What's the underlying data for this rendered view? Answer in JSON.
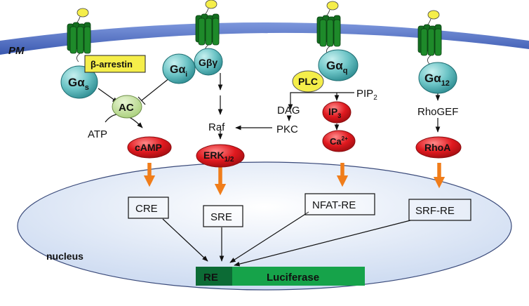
{
  "membrane": {
    "label": "PM"
  },
  "nucleus": {
    "label": "nucleus"
  },
  "gs": {
    "main": "Gα",
    "sub": "s"
  },
  "gi": {
    "main": "Gα",
    "sub": "i"
  },
  "gbg": {
    "label": "Gβγ"
  },
  "gq": {
    "main": "Gα",
    "sub": "q"
  },
  "g12": {
    "main": "Gα",
    "sub": "12"
  },
  "arrestin": {
    "label": "β-arrestin"
  },
  "ac": {
    "label": "AC"
  },
  "atp": {
    "label": "ATP"
  },
  "camp": {
    "label": "cAMP"
  },
  "raf": {
    "label": "Raf"
  },
  "erk": {
    "main": "ERK",
    "sub": "1/2"
  },
  "plc": {
    "label": "PLC"
  },
  "pip2": {
    "main": "PIP",
    "sub": "2"
  },
  "dag": {
    "label": "DAG"
  },
  "pkc": {
    "label": "PKC"
  },
  "ip3": {
    "main": "IP",
    "sub": "3"
  },
  "ca": {
    "main": "Ca",
    "sup": "2+"
  },
  "rhogef": {
    "label": "RhoGEF"
  },
  "rhoa": {
    "label": "RhoA"
  },
  "elements": {
    "cre": "CRE",
    "sre": "SRE",
    "nfat": "NFAT-RE",
    "srf": "SRF-RE"
  },
  "reporter": {
    "re": "RE",
    "luciferase": "Luciferase"
  },
  "colors": {
    "membrane": "#4f6fc4",
    "receptor": "#1e8a2a",
    "gprotein": "#6cc4c6",
    "effector_red": "#e0191f",
    "yellow": "#f5ee4a",
    "ac_green": "#cfe6a8",
    "arrow_orange": "#f07d1a",
    "nucleus_fill": "#e2ebf8",
    "luciferase": "#16a34a",
    "re_dark": "#0c6b35"
  }
}
